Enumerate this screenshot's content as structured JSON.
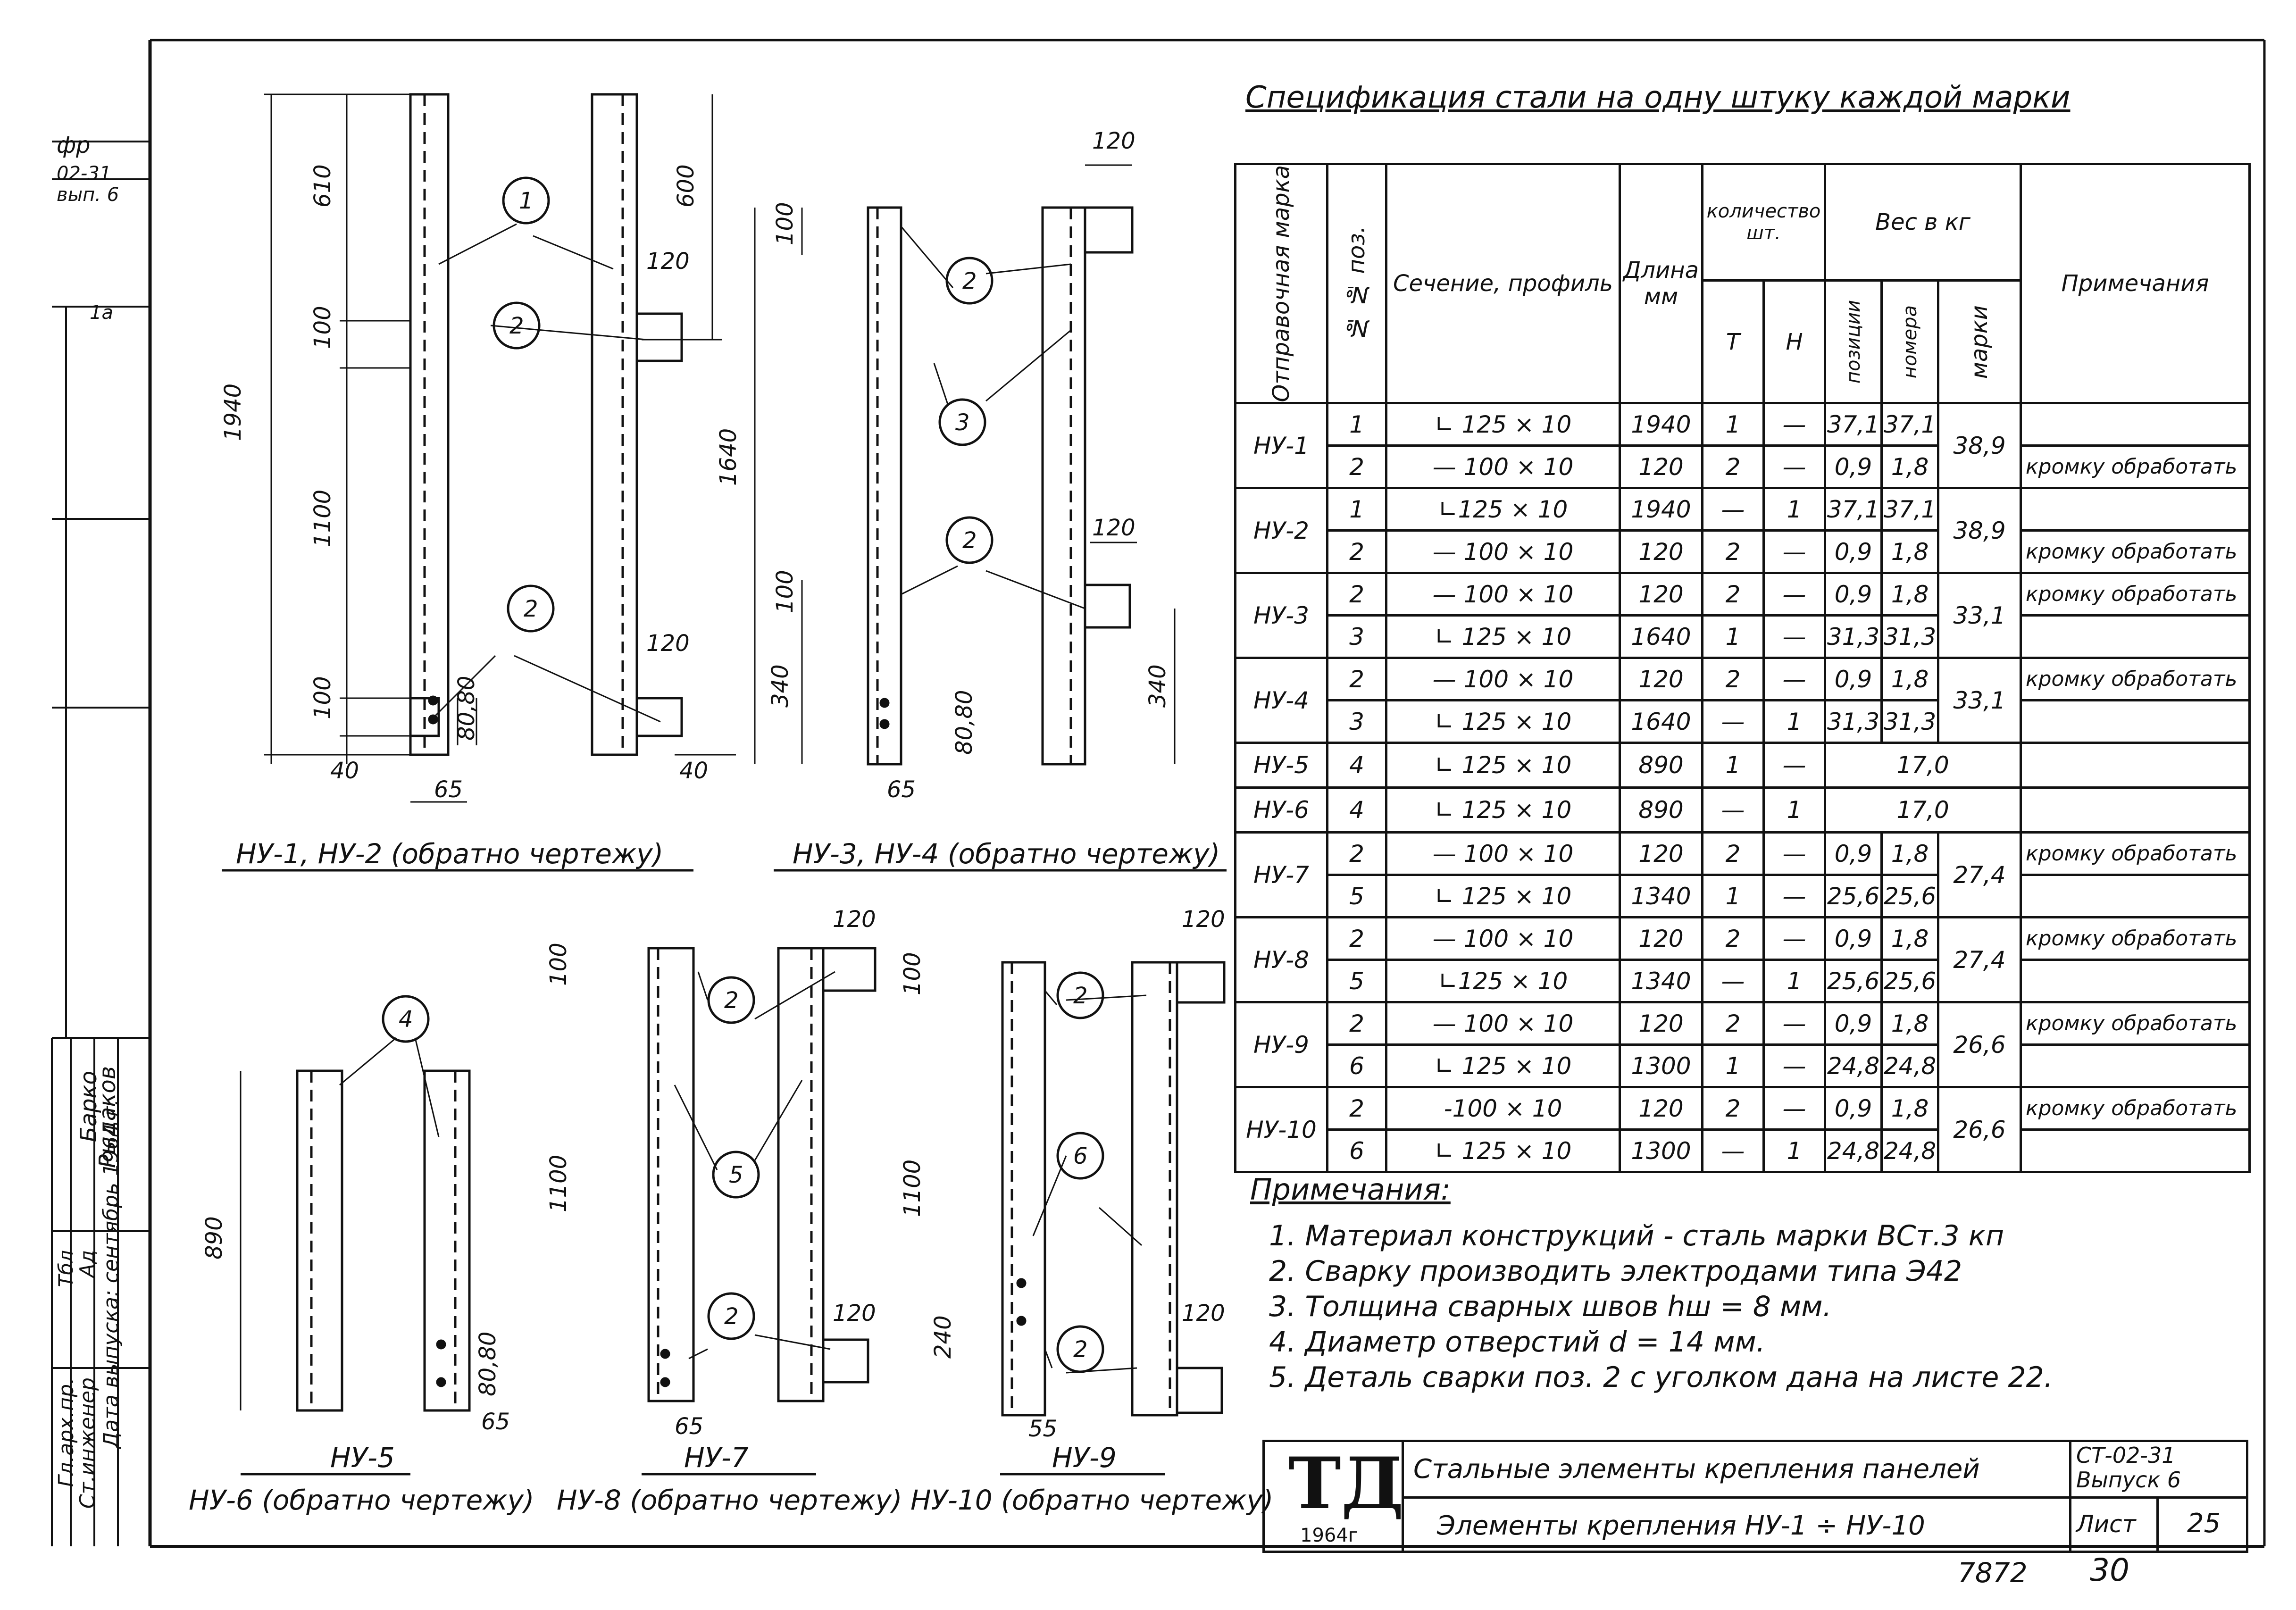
{
  "spec": {
    "title": "Спецификация стали на одну штуку каждой марки",
    "headers": {
      "mark": "Отправочная марка",
      "pos": "№ № поз.",
      "section": "Сечение, профиль",
      "length": "Длина мм",
      "qty": "количество шт.",
      "qty_t": "Т",
      "qty_n": "Н",
      "weight": "Вес в кг",
      "w_pos": "позиции",
      "w_num": "номера",
      "w_mark": "марки",
      "notes": "Примечания"
    },
    "groups": [
      {
        "mark": "НУ-1",
        "total": "38,9",
        "rows": [
          {
            "pos": "1",
            "section": "∟ 125 × 10",
            "len": "1940",
            "t": "1",
            "n": "—",
            "wp": "37,1",
            "wn": "37,1",
            "note": ""
          },
          {
            "pos": "2",
            "section": "— 100 × 10",
            "len": "120",
            "t": "2",
            "n": "—",
            "wp": "0,9",
            "wn": "1,8",
            "note": "кромку обработать"
          }
        ]
      },
      {
        "mark": "НУ-2",
        "total": "38,9",
        "rows": [
          {
            "pos": "1",
            "section": "∟125 × 10",
            "len": "1940",
            "t": "—",
            "n": "1",
            "wp": "37,1",
            "wn": "37,1",
            "note": ""
          },
          {
            "pos": "2",
            "section": "— 100 × 10",
            "len": "120",
            "t": "2",
            "n": "—",
            "wp": "0,9",
            "wn": "1,8",
            "note": "кромку обработать"
          }
        ]
      },
      {
        "mark": "НУ-3",
        "total": "33,1",
        "rows": [
          {
            "pos": "2",
            "section": "— 100 × 10",
            "len": "120",
            "t": "2",
            "n": "—",
            "wp": "0,9",
            "wn": "1,8",
            "note": "кромку обработать"
          },
          {
            "pos": "3",
            "section": "∟ 125 × 10",
            "len": "1640",
            "t": "1",
            "n": "—",
            "wp": "31,3",
            "wn": "31,3",
            "note": ""
          }
        ]
      },
      {
        "mark": "НУ-4",
        "total": "33,1",
        "rows": [
          {
            "pos": "2",
            "section": "— 100 × 10",
            "len": "120",
            "t": "2",
            "n": "—",
            "wp": "0,9",
            "wn": "1,8",
            "note": "кромку обработать"
          },
          {
            "pos": "3",
            "section": "∟ 125 × 10",
            "len": "1640",
            "t": "—",
            "n": "1",
            "wp": "31,3",
            "wn": "31,3",
            "note": ""
          }
        ]
      },
      {
        "mark": "НУ-5",
        "total": "17,0",
        "single": true,
        "rows": [
          {
            "pos": "4",
            "section": "∟ 125 × 10",
            "len": "890",
            "t": "1",
            "n": "—",
            "note": ""
          }
        ]
      },
      {
        "mark": "НУ-6",
        "total": "17,0",
        "single": true,
        "rows": [
          {
            "pos": "4",
            "section": "∟ 125 × 10",
            "len": "890",
            "t": "—",
            "n": "1",
            "note": ""
          }
        ]
      },
      {
        "mark": "НУ-7",
        "total": "27,4",
        "rows": [
          {
            "pos": "2",
            "section": "— 100 × 10",
            "len": "120",
            "t": "2",
            "n": "—",
            "wp": "0,9",
            "wn": "1,8",
            "note": "кромку обработать"
          },
          {
            "pos": "5",
            "section": "∟ 125 × 10",
            "len": "1340",
            "t": "1",
            "n": "—",
            "wp": "25,6",
            "wn": "25,6",
            "note": ""
          }
        ]
      },
      {
        "mark": "НУ-8",
        "total": "27,4",
        "rows": [
          {
            "pos": "2",
            "section": "— 100 × 10",
            "len": "120",
            "t": "2",
            "n": "—",
            "wp": "0,9",
            "wn": "1,8",
            "note": "кромку обработать"
          },
          {
            "pos": "5",
            "section": "∟125 × 10",
            "len": "1340",
            "t": "—",
            "n": "1",
            "wp": "25,6",
            "wn": "25,6",
            "note": ""
          }
        ]
      },
      {
        "mark": "НУ-9",
        "total": "26,6",
        "rows": [
          {
            "pos": "2",
            "section": "— 100 × 10",
            "len": "120",
            "t": "2",
            "n": "—",
            "wp": "0,9",
            "wn": "1,8",
            "note": "кромку обработать"
          },
          {
            "pos": "6",
            "section": "∟ 125 × 10",
            "len": "1300",
            "t": "1",
            "n": "—",
            "wp": "24,8",
            "wn": "24,8",
            "note": ""
          }
        ]
      },
      {
        "mark": "НУ-10",
        "total": "26,6",
        "rows": [
          {
            "pos": "2",
            "section": "-100 × 10",
            "len": "120",
            "t": "2",
            "n": "—",
            "wp": "0,9",
            "wn": "1,8",
            "note": "кромку обработать"
          },
          {
            "pos": "6",
            "section": "∟ 125 × 10",
            "len": "1300",
            "t": "—",
            "n": "1",
            "wp": "24,8",
            "wn": "24,8",
            "note": ""
          }
        ]
      }
    ]
  },
  "notes": {
    "title": "Примечания:",
    "items": [
      "1. Материал конструкций - сталь марки ВСт.3 кп",
      "2. Сварку производить электродами типа Э42",
      "3. Толщина сварных швов hш = 8 мм.",
      "4. Диаметр отверстий d = 14 мм.",
      "5. Деталь сварки поз. 2 с уголком дана на листе 22."
    ]
  },
  "title_block": {
    "logo": "ТД",
    "year": "1964г",
    "title1": "Стальные элементы крепления панелей",
    "title2": "Элементы крепления НУ-1 ÷ НУ-10",
    "series": "СТ-02-31",
    "issue": "Выпуск 6",
    "sheet_label": "Лист",
    "sheet_no": "25"
  },
  "footer": {
    "inv": "7872",
    "page": "30"
  },
  "stamp": {
    "top1": "фр",
    "top2": "02-31",
    "top3": "вып. 6",
    "top4": "1а",
    "role1": "Гл.арх.пр.",
    "role2": "Ст.инженер",
    "role3": "Дата выпуска: сентябрь 1964 г.",
    "name1": "Барко",
    "name2": "Рыдаков",
    "sign1": "Тбл",
    "sign2": "Ад"
  },
  "drawings": {
    "cap_12": "НУ-1, НУ-2 (обратно чертежу)",
    "cap_34": "НУ-3, НУ-4 (обратно чертежу)",
    "cap_5": "НУ-5",
    "cap_6": "НУ-6 (обратно чертежу)",
    "cap_7": "НУ-7",
    "cap_8": "НУ-8 (обратно чертежу)",
    "cap_9": "НУ-9",
    "cap_10": "НУ-10 (обратно чертежу)",
    "d1940": "1940",
    "d610": "610",
    "d600": "600",
    "d100": "100",
    "d1100": "1100",
    "d120": "120",
    "d40": "40",
    "d80": "80",
    "d65": "65",
    "d1640": "1640",
    "d340": "340",
    "d890": "890",
    "d240": "240",
    "p1": "1",
    "p2": "2",
    "p3": "3",
    "p4": "4",
    "p5": "5",
    "p6": "6"
  }
}
